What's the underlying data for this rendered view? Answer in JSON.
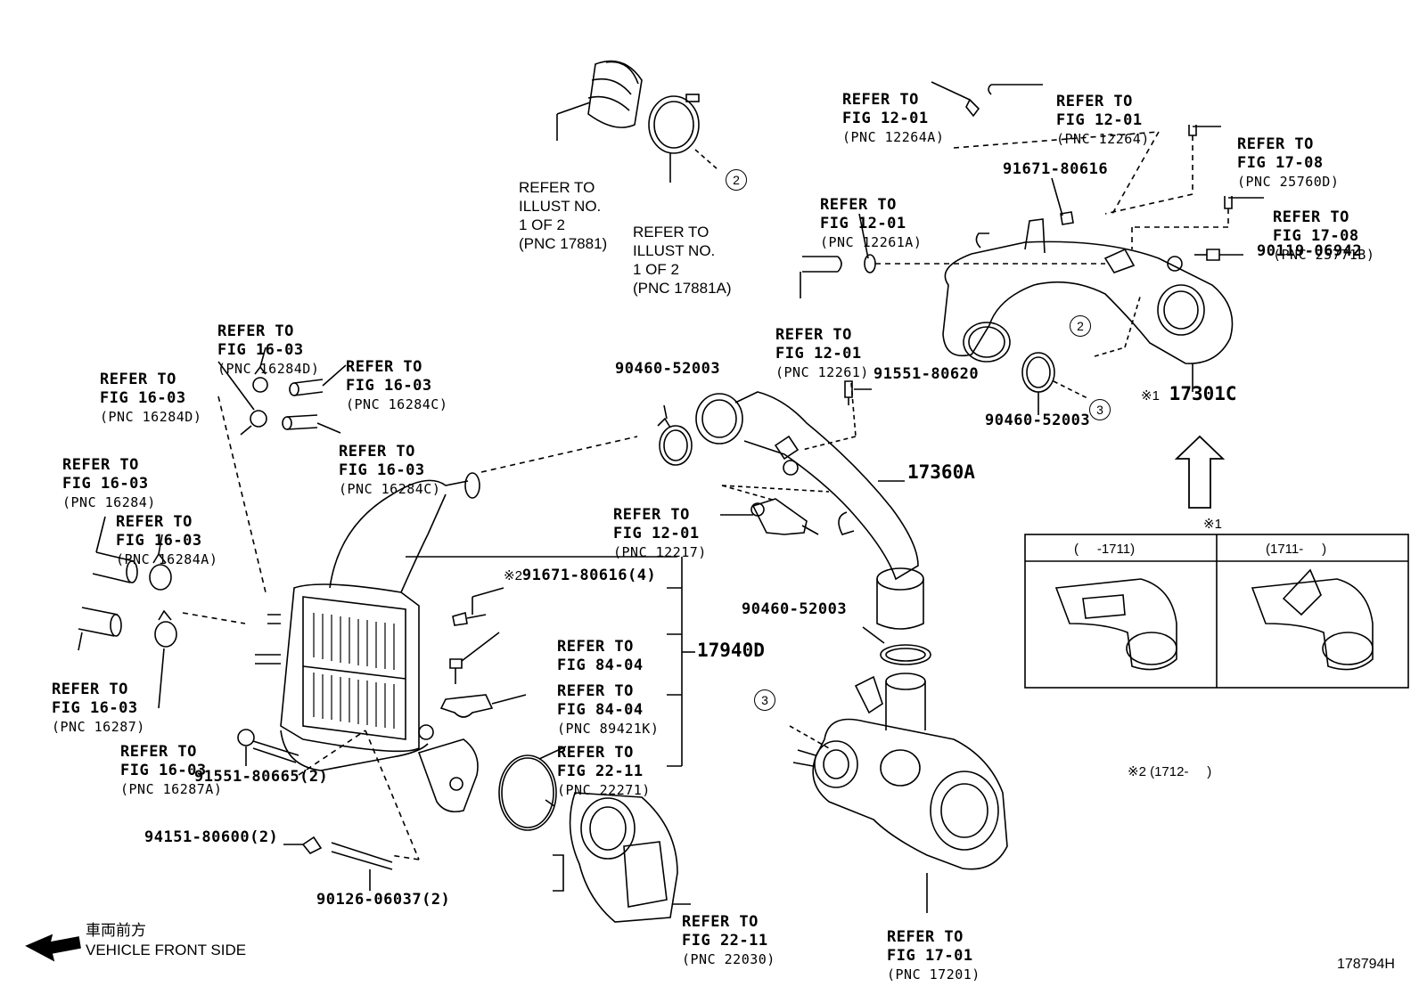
{
  "labels": {
    "top_left_hose": [
      "REFER TO",
      "ILLUST NO.",
      "1 OF 2",
      "(PNC 17881)"
    ],
    "top_clamp": [
      "REFER TO",
      "ILLUST NO.",
      "1 OF 2",
      "(PNC 17881A)"
    ],
    "r12264a": [
      "REFER TO",
      "FIG 12-01",
      "(PNC 12264A)"
    ],
    "r12264": [
      "REFER TO",
      "FIG 12-01",
      "(PNC 12264)"
    ],
    "r25760d": [
      "REFER TO",
      "FIG 17-08",
      "(PNC 25760D)"
    ],
    "r12261a": [
      "REFER TO",
      "FIG 12-01",
      "(PNC 12261A)"
    ],
    "p91671_top": "91671-80616",
    "r25771b": [
      "REFER TO",
      "FIG 17-08",
      "(PNC 25771B)"
    ],
    "p90119": "90119-06942",
    "r12261": [
      "REFER TO",
      "FIG 12-01",
      "(PNC 12261)"
    ],
    "r16284d_a": [
      "REFER TO",
      "FIG 16-03",
      "(PNC 16284D)"
    ],
    "r16284c_a": [
      "REFER TO",
      "FIG 16-03",
      "(PNC 16284C)"
    ],
    "r16284d_b": [
      "REFER TO",
      "FIG 16-03",
      "(PNC 16284D)"
    ],
    "r16284c_b": [
      "REFER TO",
      "FIG 16-03",
      "(PNC 16284C)"
    ],
    "r16284": [
      "REFER TO",
      "FIG 16-03",
      "(PNC 16284)"
    ],
    "r16284a": [
      "REFER TO",
      "FIG 16-03",
      "(PNC 16284A)"
    ],
    "r16287": [
      "REFER TO",
      "FIG 16-03",
      "(PNC 16287)"
    ],
    "r16287a": [
      "REFER TO",
      "FIG 16-03",
      "(PNC 16287A)"
    ],
    "p90460_a": "90460-52003",
    "p91551_80620": "91551-80620",
    "p17301c": "17301C",
    "mark1": "※1",
    "p90460_b": "90460-52003",
    "r12217": [
      "REFER TO",
      "FIG 12-01",
      "(PNC 12217)"
    ],
    "p17360a": "17360A",
    "p91671_4": "91671-80616(4)",
    "mark2": "※2",
    "r84_04_a": [
      "REFER TO",
      "FIG 84-04"
    ],
    "r89421k": [
      "REFER TO",
      "FIG 84-04",
      "(PNC 89421K)"
    ],
    "r22271": [
      "REFER TO",
      "FIG 22-11",
      "(PNC 22271)"
    ],
    "p17940d": "17940D",
    "p90460_c": "90460-52003",
    "p91551_80665": "91551-80665(2)",
    "p94151": "94151-80600(2)",
    "p90126": "90126-06037(2)",
    "r22030": [
      "REFER TO",
      "FIG 22-11",
      "(PNC 22030)"
    ],
    "r17201": [
      "REFER TO",
      "FIG 17-01",
      "(PNC 17201)"
    ],
    "note2": "※2 (1712-     )",
    "arrow_mark": "※1",
    "inset_col1": "(     -1711)",
    "inset_col2": "(1711-     )",
    "front_jp": "車両前方",
    "front_en": "VEHICLE FRONT SIDE",
    "illus_no": "178794H"
  },
  "callouts": {
    "c2a": "2",
    "c2b": "2",
    "c3a": "3",
    "c3b": "3"
  }
}
